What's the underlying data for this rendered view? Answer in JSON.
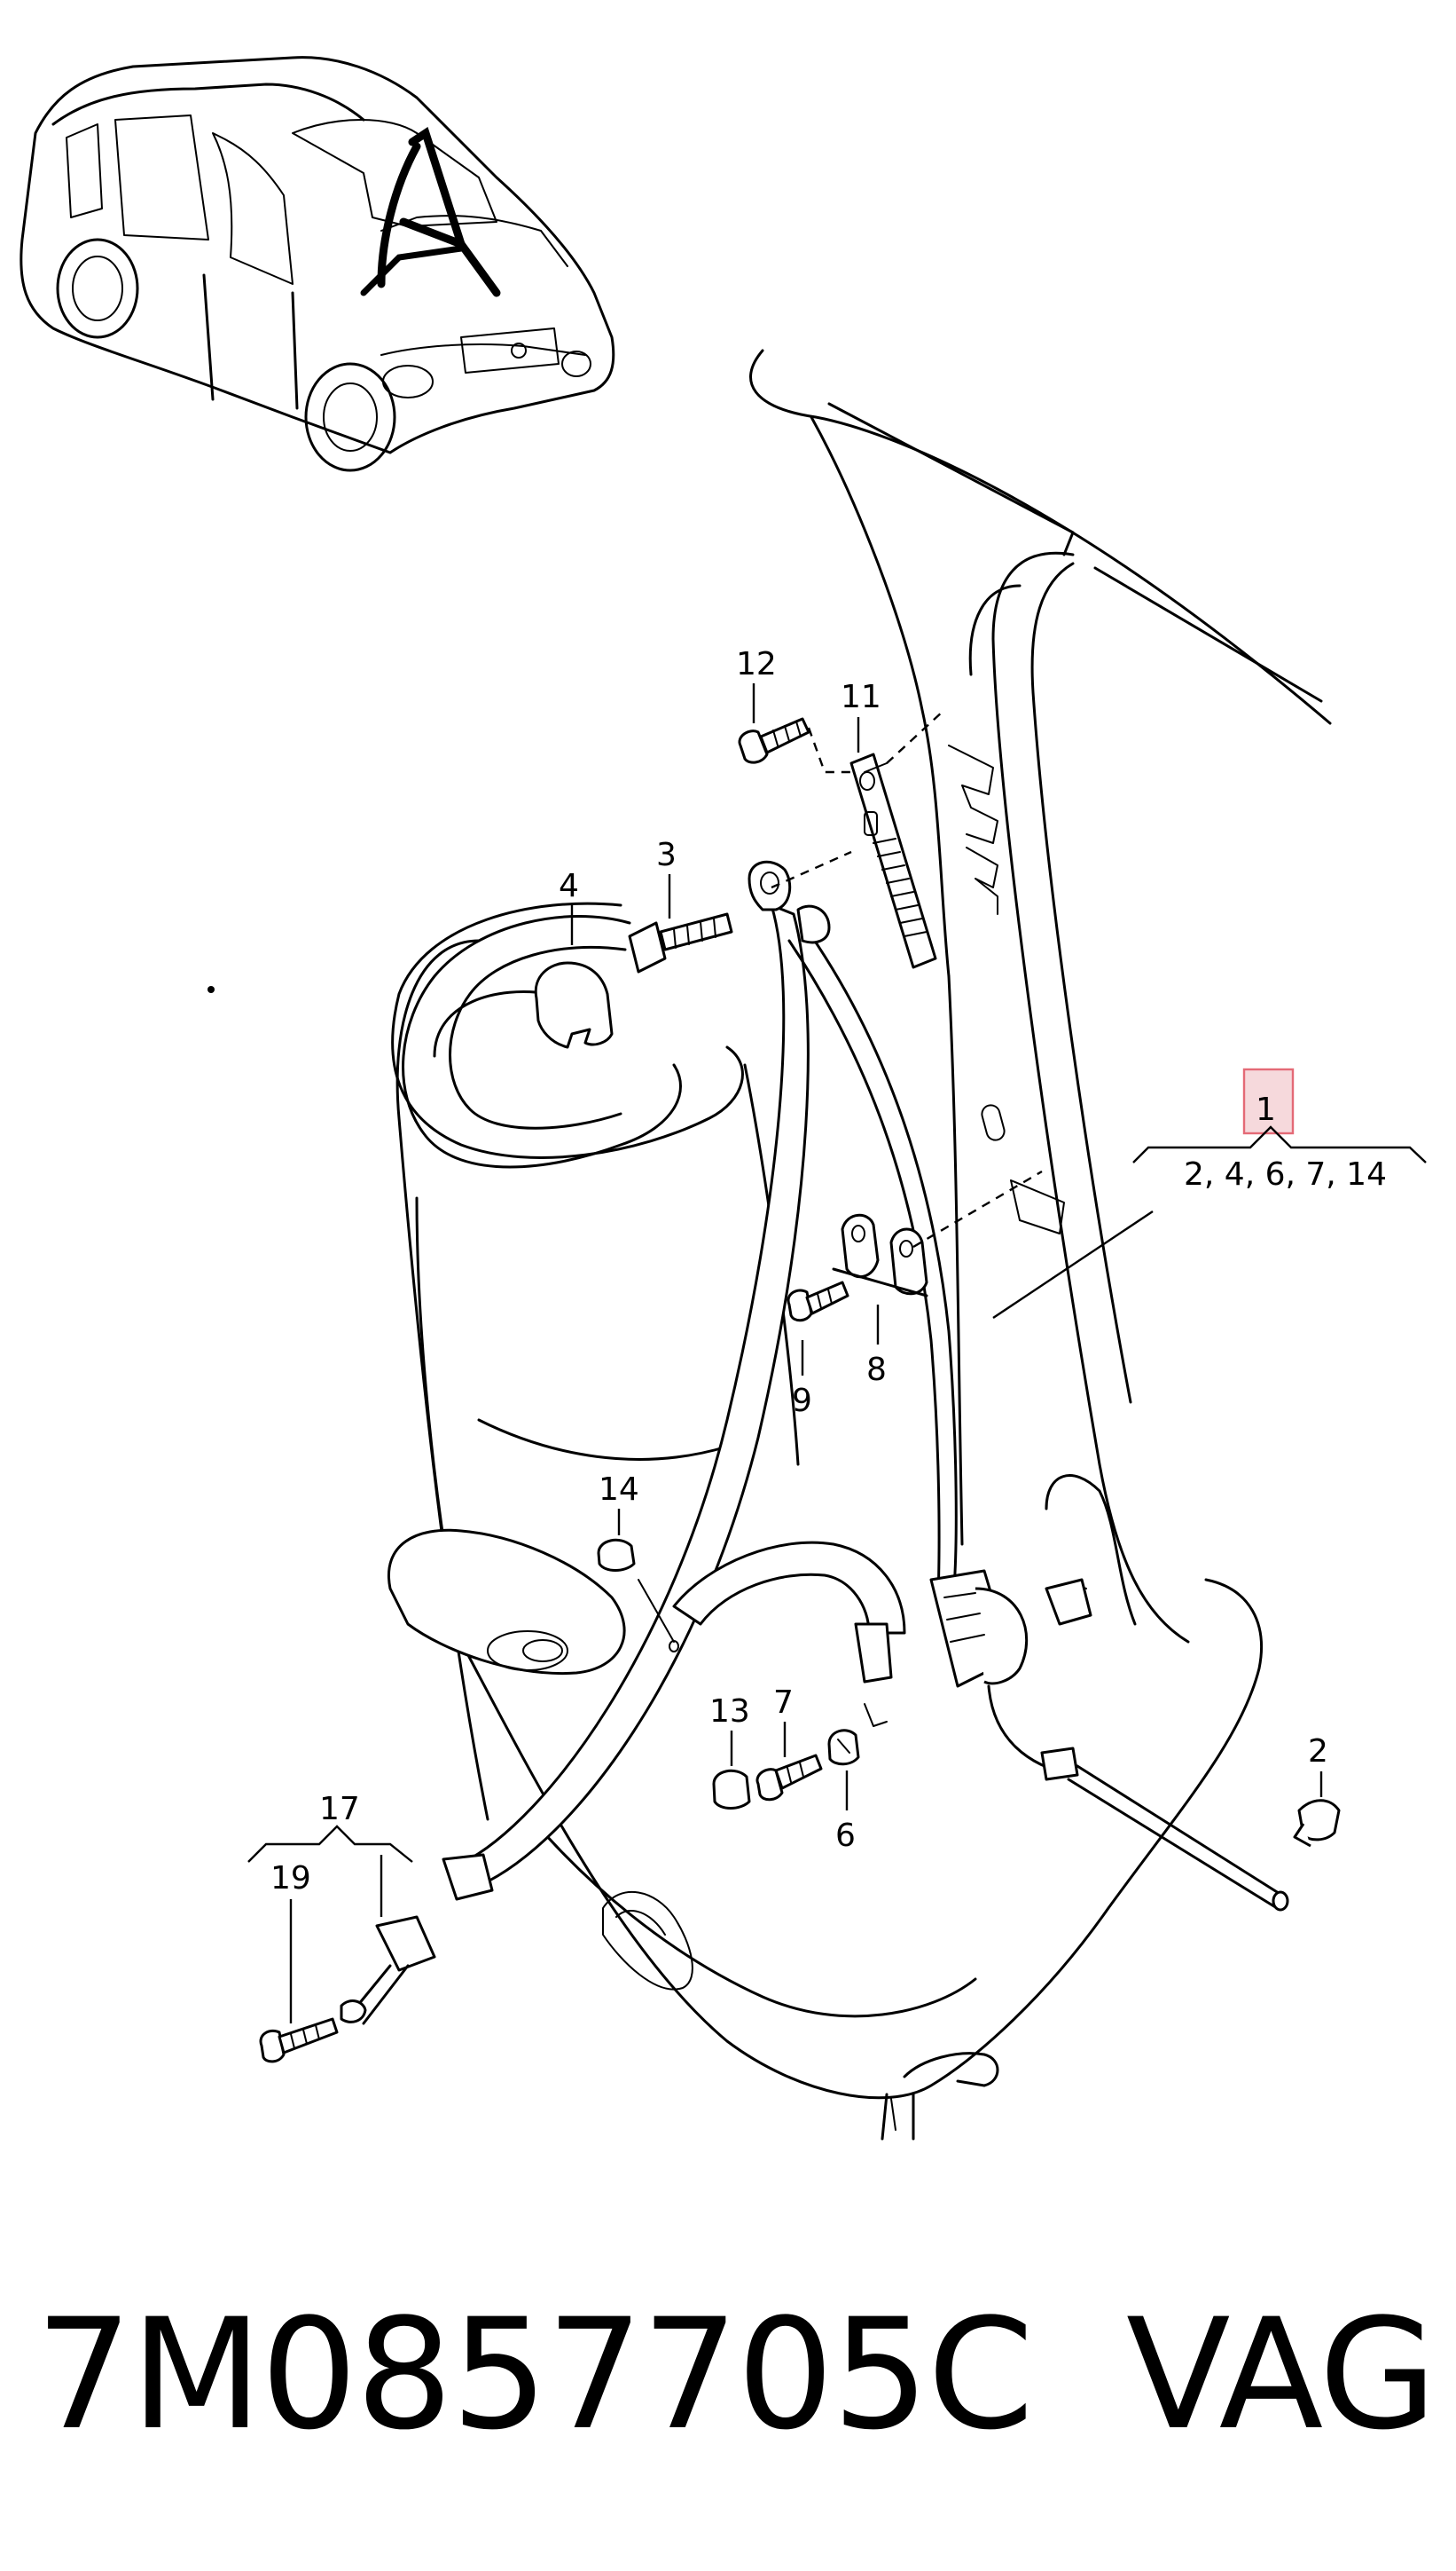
{
  "diagram": {
    "callouts": {
      "c1": "1",
      "c1_group": "2, 4, 6, 7, 14",
      "c2": "2",
      "c3": "3",
      "c4": "4",
      "c6": "6",
      "c7": "7",
      "c8": "8",
      "c9": "9",
      "c11": "11",
      "c12": "12",
      "c13": "13",
      "c14": "14",
      "c17": "17",
      "c19": "19"
    },
    "highlight_color": "#e46a76"
  },
  "footer": {
    "part_number": "7M0857705C",
    "brand": "VAG"
  }
}
